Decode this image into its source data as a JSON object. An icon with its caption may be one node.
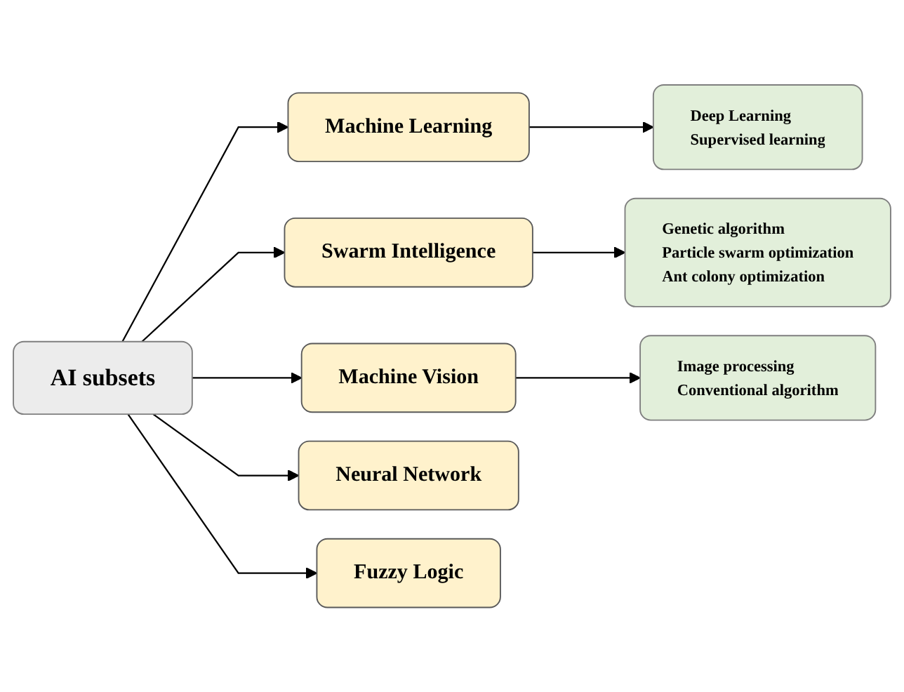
{
  "diagram": {
    "nodes": [
      {
        "text": [
          "AI subsets"
        ]
      },
      {
        "text": [
          "Machine Learning"
        ]
      },
      {
        "text": [
          "Swarm Intelligence"
        ]
      },
      {
        "text": [
          "Machine Vision"
        ]
      },
      {
        "text": [
          "Neural Network"
        ]
      },
      {
        "text": [
          "Fuzzy Logic"
        ]
      },
      {
        "text": [
          "Deep Learning",
          "Supervised learning"
        ]
      },
      {
        "text": [
          "Genetic algorithm",
          "Particle swarm optimization",
          "Ant colony optimization"
        ]
      },
      {
        "text": [
          "Image processing",
          "Conventional algorithm"
        ]
      }
    ],
    "edges": [
      {
        "from": 0,
        "to": 1,
        "arrow": "to"
      },
      {
        "from": 0,
        "to": 2,
        "arrow": "to"
      },
      {
        "from": 0,
        "to": 3,
        "arrow": "to"
      },
      {
        "from": 0,
        "to": 4,
        "arrow": "to"
      },
      {
        "from": 0,
        "to": 5,
        "arrow": "to"
      },
      {
        "from": 1,
        "to": 6,
        "arrow": "to"
      },
      {
        "from": 2,
        "to": 7,
        "arrow": "to"
      },
      {
        "from": 3,
        "to": 8,
        "arrow": "to"
      }
    ]
  }
}
